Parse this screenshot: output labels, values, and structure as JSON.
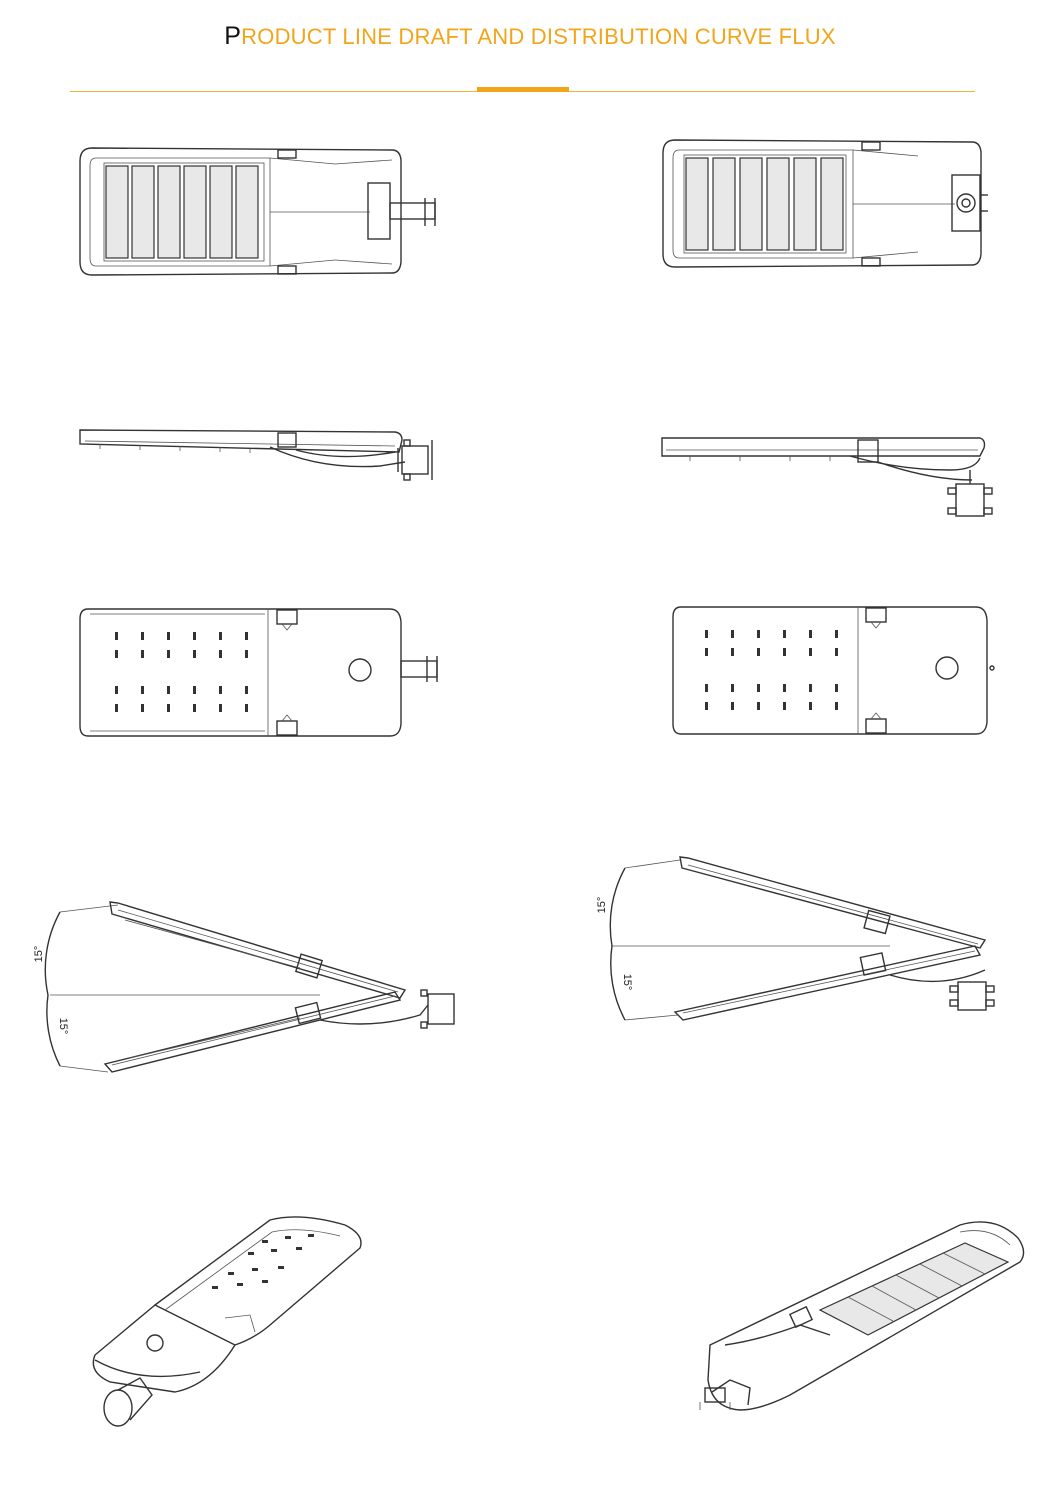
{
  "header": {
    "title_first": "P",
    "title_rest": "RODUCT LINE DRAFT AND DISTRIBUTION CURVE FLUX",
    "accent_color": "#f2a51a"
  },
  "angles": {
    "left_up": "15°",
    "left_down": "15°",
    "right_up": "15°",
    "right_down": "15°"
  }
}
